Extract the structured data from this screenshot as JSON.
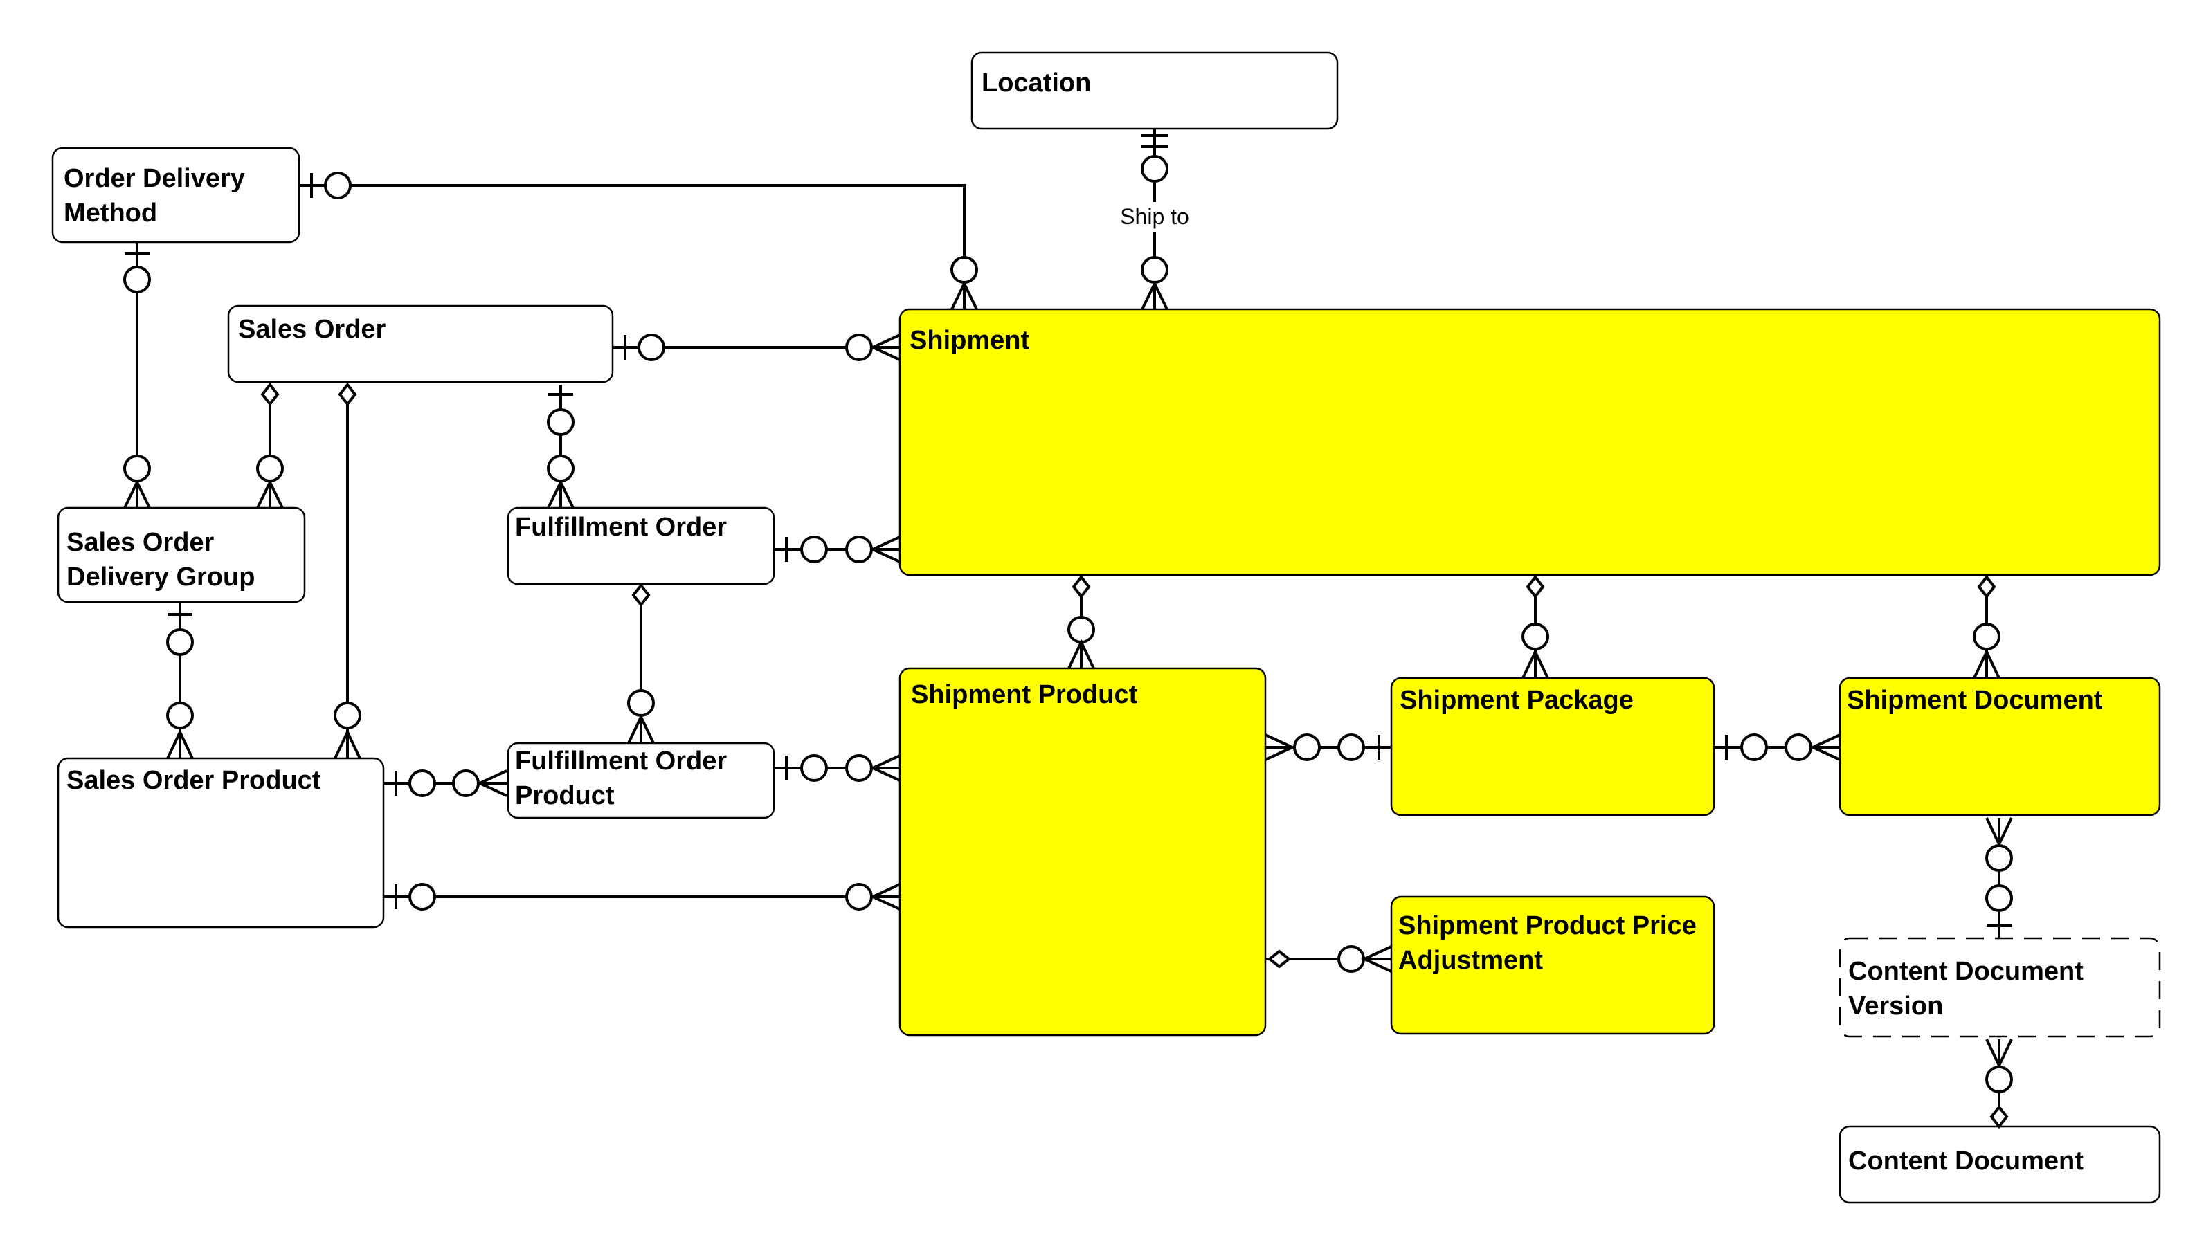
{
  "colors": {
    "highlight": "#ffff00",
    "normal": "#ffffff",
    "stroke": "#000000"
  },
  "entities": {
    "location": {
      "lines": [
        "Location"
      ]
    },
    "order_delivery_method": {
      "lines": [
        "Order Delivery",
        "Method"
      ]
    },
    "sales_order": {
      "lines": [
        "Sales Order"
      ]
    },
    "shipment": {
      "lines": [
        "Shipment"
      ]
    },
    "sales_order_delivery_group": {
      "lines": [
        "Sales Order",
        "Delivery Group"
      ]
    },
    "fulfillment_order": {
      "lines": [
        "Fulfillment Order"
      ]
    },
    "shipment_product": {
      "lines": [
        "Shipment Product"
      ]
    },
    "shipment_package": {
      "lines": [
        "Shipment Package"
      ]
    },
    "shipment_document": {
      "lines": [
        "Shipment Document"
      ]
    },
    "sales_order_product": {
      "lines": [
        "Sales Order Product"
      ]
    },
    "fulfillment_order_product": {
      "lines": [
        "Fulfillment Order",
        "Product"
      ]
    },
    "shipment_product_price_adjustment": {
      "lines": [
        "Shipment Product Price",
        "Adjustment"
      ]
    },
    "content_document_version": {
      "lines": [
        "Content Document",
        "Version"
      ]
    },
    "content_document": {
      "lines": [
        "Content Document"
      ]
    }
  },
  "relationships": {
    "location_shipment": {
      "label": "Ship to"
    }
  }
}
